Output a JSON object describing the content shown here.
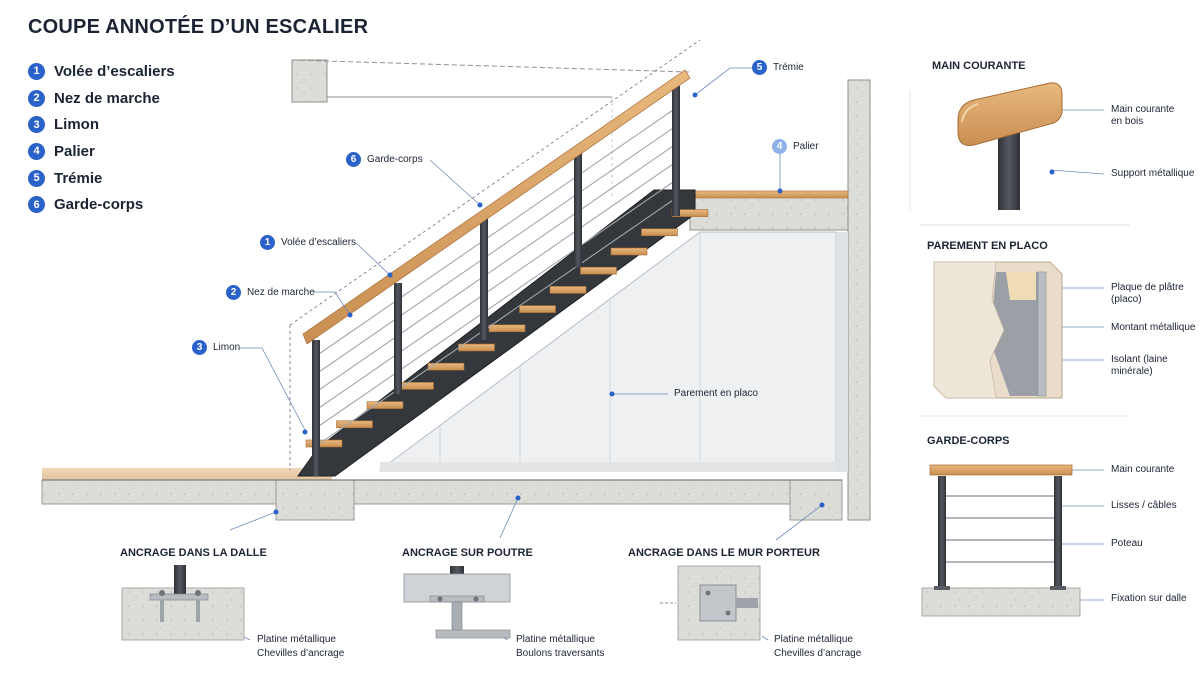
{
  "title": "COUPE ANNOTÉE D’UN ESCALIER",
  "legend": [
    {
      "num": "1",
      "label": "Volée d’escaliers"
    },
    {
      "num": "2",
      "label": "Nez de marche"
    },
    {
      "num": "3",
      "label": "Limon"
    },
    {
      "num": "4",
      "label": "Palier"
    },
    {
      "num": "5",
      "label": "Trémie"
    },
    {
      "num": "6",
      "label": "Garde-corps"
    }
  ],
  "callouts": {
    "tremie": {
      "num": "5",
      "label": "Trémie"
    },
    "palier": {
      "num": "4",
      "label": "Palier"
    },
    "garde_corps": {
      "num": "6",
      "label": "Garde-corps"
    },
    "volee": {
      "num": "1",
      "label": "Volée d’escaliers"
    },
    "nez": {
      "num": "2",
      "label": "Nez de marche"
    },
    "limon": {
      "num": "3",
      "label": "Limon"
    },
    "parement": "Parement en placo"
  },
  "detail_main_courante": {
    "title": "MAIN COURANTE",
    "label_bois": "Main courante\nen bois",
    "label_support": "Support métallique"
  },
  "detail_parement": {
    "title": "PAREMENT EN PLACO",
    "label_plaque": "Plaque de plâtre\n(placo)",
    "label_montant": "Montant métallique",
    "label_isolant": "Isolant (laine\nminérale)"
  },
  "detail_garde_corps": {
    "title": "GARDE-CORPS",
    "label_main": "Main courante",
    "label_lisses": "Lisses / câbles",
    "label_poteau": "Poteau",
    "label_fixation": "Fixation sur dalle"
  },
  "anchor_dalle": {
    "title": "ANCRAGE DANS LA DALLE",
    "label1": "Platine métallique",
    "label2": "Chevilles d’ancrage"
  },
  "anchor_poutre": {
    "title": "ANCRAGE SUR POUTRE",
    "label1": "Platine métallique",
    "label2": "Boulons traversants"
  },
  "anchor_mur": {
    "title": "ANCRAGE DANS LE MUR PORTEUR",
    "label1": "Platine métallique",
    "label2": "Chevilles d’ancrage"
  },
  "colors": {
    "accent": "#2a62c9",
    "wood": "#dca56a",
    "steel": "#3a3d42",
    "concrete": "#d9d9d6",
    "plaster": "#eef0f2"
  }
}
